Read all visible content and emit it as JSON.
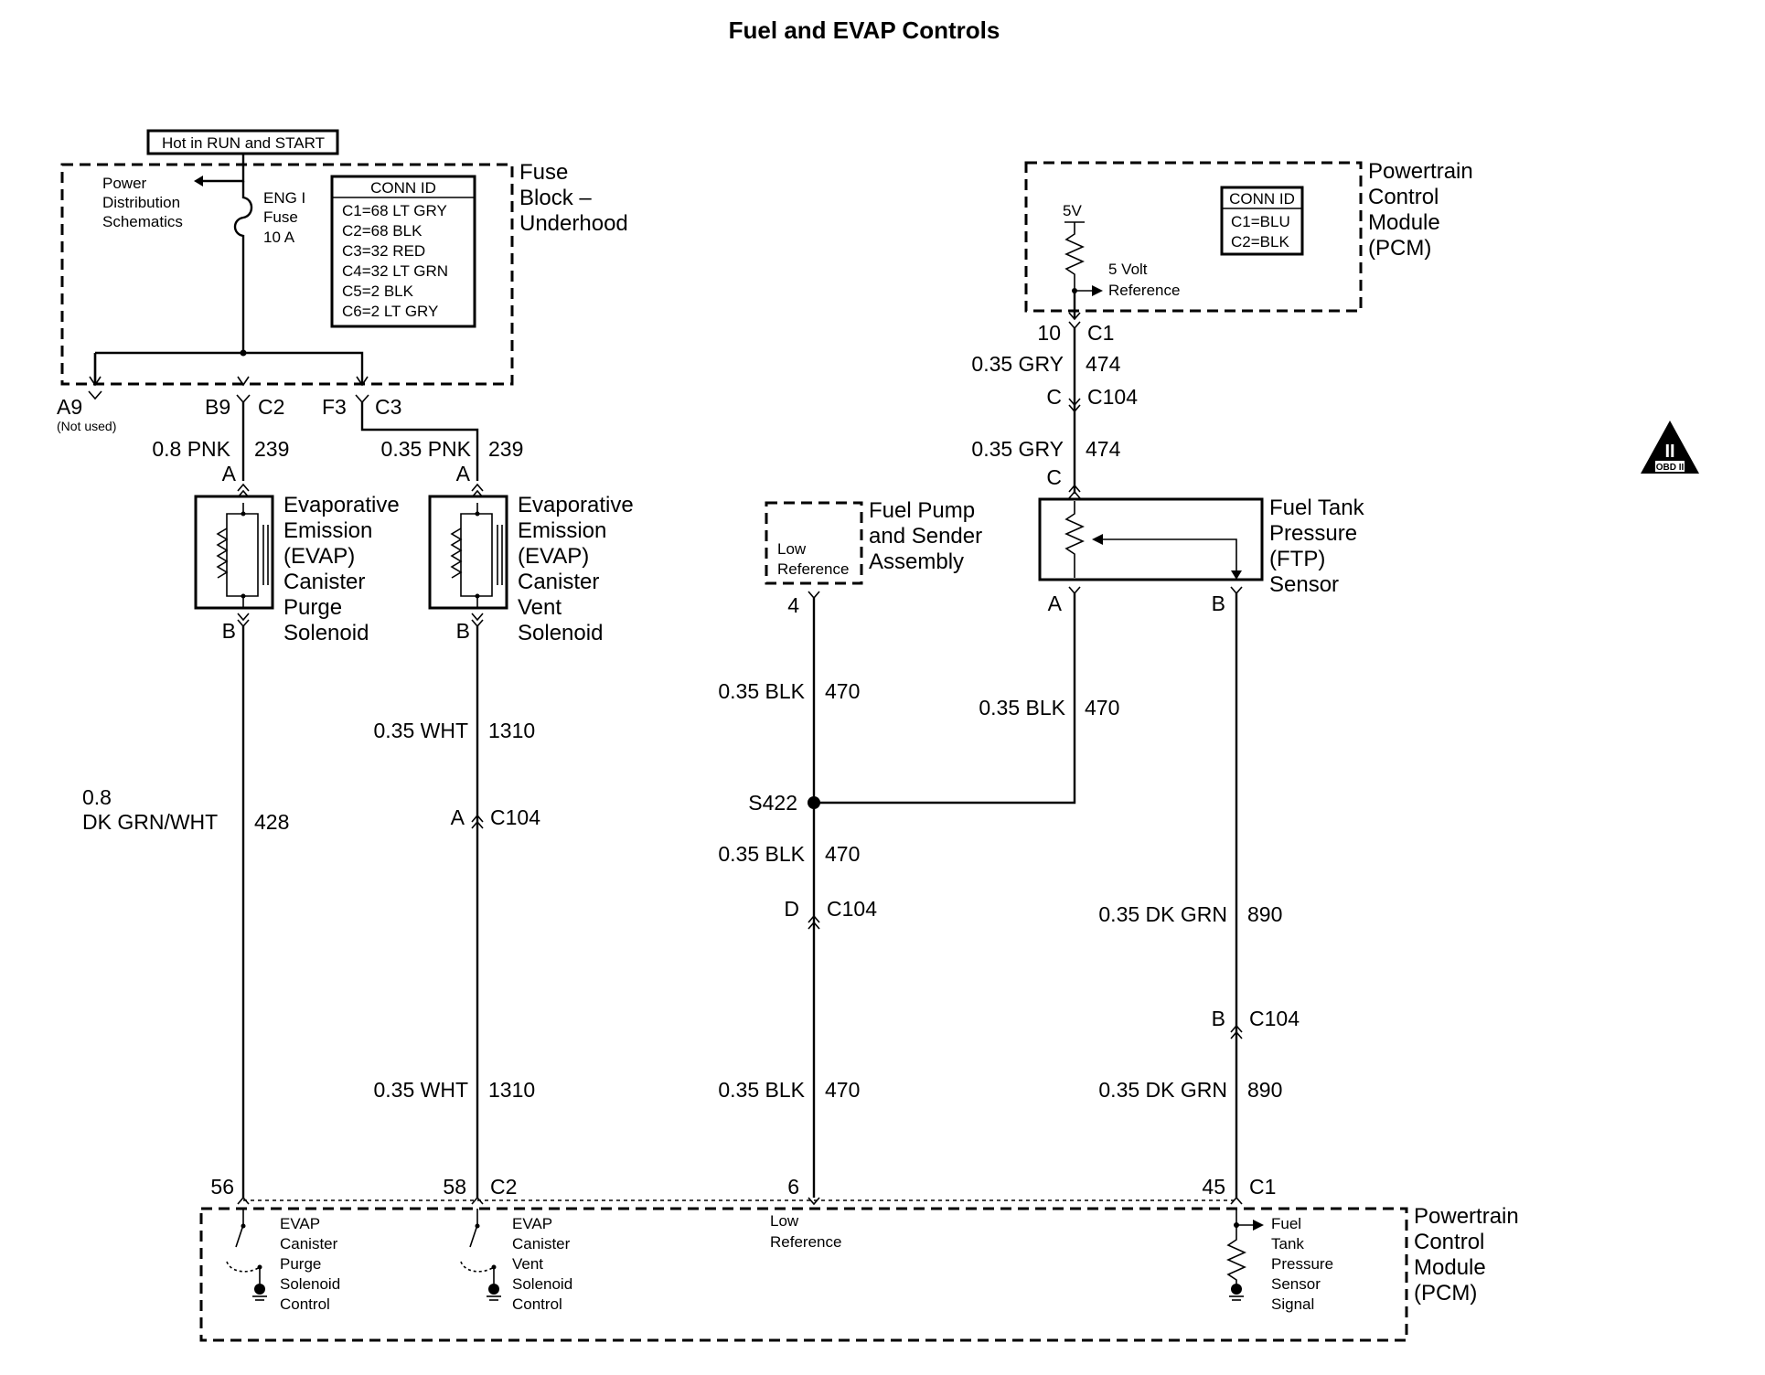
{
  "title": "Fuel and EVAP Controls",
  "hot_label": "Hot in RUN and START",
  "fuse_block": {
    "name_lines": [
      "Fuse",
      "Block –",
      "Underhood"
    ],
    "power_dist_lines": [
      "Power",
      "Distribution",
      "Schematics"
    ],
    "fuse_lines": [
      "ENG I",
      "Fuse",
      "10 A"
    ],
    "conn_id_title": "CONN ID",
    "conn_ids": [
      "C1=68 LT GRY",
      "C2=68 BLK",
      "C3=32 RED",
      "C4=32 LT GRN",
      "C5=2 BLK",
      "C6=2 LT GRY"
    ],
    "terminals": {
      "a9": "A9",
      "not_used": "(Not used)",
      "b9": "B9",
      "c2": "C2",
      "f3": "F3",
      "c3": "C3"
    }
  },
  "pcm_top": {
    "name_lines": [
      "Powertrain",
      "Control",
      "Module",
      "(PCM)"
    ],
    "conn_id_title": "CONN ID",
    "conn_ids": [
      "C1=BLU",
      "C2=BLK"
    ],
    "v5": "5V",
    "ref_lines": [
      "5 Volt",
      "Reference"
    ]
  },
  "purge_solenoid": {
    "name_lines": [
      "Evaporative",
      "Emission",
      "(EVAP)",
      "Canister",
      "Purge",
      "Solenoid"
    ],
    "wire_in": {
      "gauge": "0.8 PNK",
      "circuit": "239"
    },
    "pin_a": "A",
    "pin_b": "B",
    "wire_out": {
      "gauge_line1": "0.8",
      "gauge_line2": "DK GRN/WHT",
      "circuit": "428"
    }
  },
  "vent_solenoid": {
    "name_lines": [
      "Evaporative",
      "Emission",
      "(EVAP)",
      "Canister",
      "Vent",
      "Solenoid"
    ],
    "wire_in": {
      "gauge": "0.35 PNK",
      "circuit": "239"
    },
    "pin_a": "A",
    "pin_b": "B",
    "wire_out1": {
      "gauge": "0.35 WHT",
      "circuit": "1310"
    },
    "connector": {
      "pin": "A",
      "id": "C104"
    },
    "wire_out2": {
      "gauge": "0.35 WHT",
      "circuit": "1310"
    }
  },
  "fuel_pump": {
    "name_lines": [
      "Fuel Pump",
      "and Sender",
      "Assembly"
    ],
    "inner_lines": [
      "Low",
      "Reference"
    ],
    "pin": "4",
    "wire1": {
      "gauge": "0.35 BLK",
      "circuit": "470"
    },
    "splice": "S422",
    "wire2": {
      "gauge": "0.35 BLK",
      "circuit": "470"
    },
    "connector": {
      "pin": "D",
      "id": "C104"
    },
    "wire3": {
      "gauge": "0.35 BLK",
      "circuit": "470"
    }
  },
  "ftp_sensor": {
    "name_lines": [
      "Fuel Tank",
      "Pressure",
      "(FTP)",
      "Sensor"
    ],
    "top_pin": {
      "pin": "10",
      "conn": "C1"
    },
    "wire_top1": {
      "gauge": "0.35 GRY",
      "circuit": "474"
    },
    "top_connector": {
      "pin": "C",
      "id": "C104"
    },
    "wire_top2": {
      "gauge": "0.35 GRY",
      "circuit": "474"
    },
    "pin_c": "C",
    "pin_a": "A",
    "pin_b": "B",
    "wire_a": {
      "gauge": "0.35 BLK",
      "circuit": "470"
    },
    "wire_b1": {
      "gauge": "0.35 DK GRN",
      "circuit": "890"
    },
    "b_connector": {
      "pin": "B",
      "id": "C104"
    },
    "wire_b2": {
      "gauge": "0.35 DK GRN",
      "circuit": "890"
    }
  },
  "pcm_bottom": {
    "name_lines": [
      "Powertrain",
      "Control",
      "Module",
      "(PCM)"
    ],
    "pins": {
      "p56": "56",
      "p58": "58",
      "c2": "C2",
      "p6": "6",
      "p45": "45",
      "c1": "C1"
    },
    "purge_ctrl_lines": [
      "EVAP",
      "Canister",
      "Purge",
      "Solenoid",
      "Control"
    ],
    "vent_ctrl_lines": [
      "EVAP",
      "Canister",
      "Vent",
      "Solenoid",
      "Control"
    ],
    "low_ref_lines": [
      "Low",
      "Reference"
    ],
    "ftp_signal_lines": [
      "Fuel",
      "Tank",
      "Pressure",
      "Sensor",
      "Signal"
    ]
  },
  "obd_badge": {
    "top": "II",
    "bottom": "OBD II"
  }
}
